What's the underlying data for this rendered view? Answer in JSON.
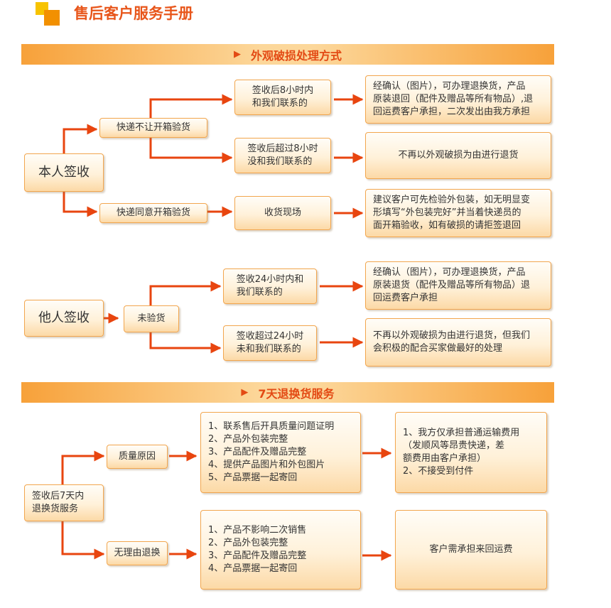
{
  "page": {
    "title": "售后客户服务手册"
  },
  "colors": {
    "accent": "#e8561b",
    "connector": "#e8450f",
    "box_border": "#f2a64e"
  },
  "sections": [
    {
      "title": "外观破损处理方式",
      "nodes": {
        "self_sign": "本人签收",
        "no_open": "快递不让开箱验货",
        "within8": "签收后8小时内\n和我们联系的",
        "within8_result": "经确认（图片），可办理退换货，产品\n原装退回（配件及赠品等所有物品）,退\n回运费客户承担，二次发出由我方承担",
        "over8": "签收后超过8小时\n没和我们联系的",
        "over8_result": "不再以外观破损为由进行退货",
        "open_ok": "快递同意开箱验货",
        "on_site": "收货现场",
        "on_site_result": "建议客户可先检验外包装，如无明显变\n形填写“外包装完好”并当着快递员的\n面开箱验收，如有破损的请拒签退回",
        "other_sign": "他人签收",
        "not_inspected": "未验货",
        "within24": "签收24小时内和\n我们联系的",
        "within24_result": "经确认（图片），可办理退换货，产品\n原装退货（配件及赠品等所有物品）退\n回运费客户承担",
        "over24": "签收超过24小时\n未和我们联系的",
        "over24_result": "不再以外观破损为由进行退货，但我们\n会积极的配合买家做最好的处理"
      }
    },
    {
      "title": "7天退换货服务",
      "nodes": {
        "seven_day": "签收后7天内\n退换货服务",
        "quality": "质量原因",
        "quality_conditions": "1、联系售后开具质量问题证明\n2、产品外包装完整\n3、产品配件及赠品完整\n4、提供产品图片和外包图片\n5、产品票据一起寄回",
        "quality_result": "1、我方仅承担普通运输费用\n   （发顺风等昂贵快递，差\n   额费用由客户承担）\n2、不接受到付件",
        "no_reason": "无理由退换",
        "no_reason_conditions": "1、产品不影响二次销售\n2、产品外包装完整\n3、产品配件及赠品完整\n4、产品票据一起寄回",
        "no_reason_result": "客户需承担来回运费"
      }
    }
  ]
}
